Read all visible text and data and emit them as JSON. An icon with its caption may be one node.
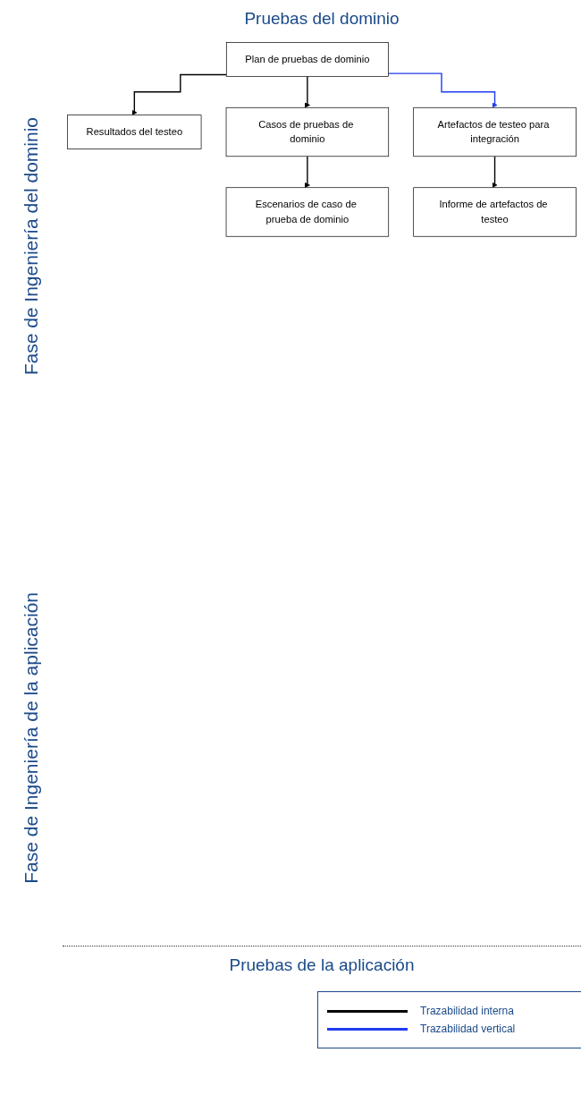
{
  "diagram": {
    "nodes": [
      {
        "text": [
          "Plan de pruebas de dominio"
        ]
      },
      {
        "text": [
          "Resultados del testeo"
        ]
      },
      {
        "text": [
          "Casos de pruebas de dominio"
        ]
      },
      {
        "text": [
          "Escenarios de caso de prueba de dominio"
        ]
      },
      {
        "text": [
          "Artefactos de testeo para integración"
        ]
      },
      {
        "text": [
          "Informe de artefactos de testeo"
        ]
      }
    ],
    "edges": [
      {
        "from": 0,
        "to": 1,
        "arrow": "to"
      },
      {
        "from": 0,
        "to": 2,
        "arrow": "to"
      },
      {
        "from": 2,
        "to": 3,
        "arrow": "to"
      },
      {
        "from": 0,
        "to": 4,
        "arrow": "to",
        "color": "#1f3cf0"
      },
      {
        "from": 4,
        "to": 5,
        "arrow": "to"
      }
    ],
    "labels": [
      "Pruebas del dominio",
      "Fase de Ingeniería del dominio",
      "Pruebas de la aplicación",
      "Fase de Ingeniería de la aplicación"
    ],
    "legend": [
      {
        "text": "Trazabilidad interna"
      },
      {
        "text": "Trazabilidad vertical"
      }
    ]
  }
}
